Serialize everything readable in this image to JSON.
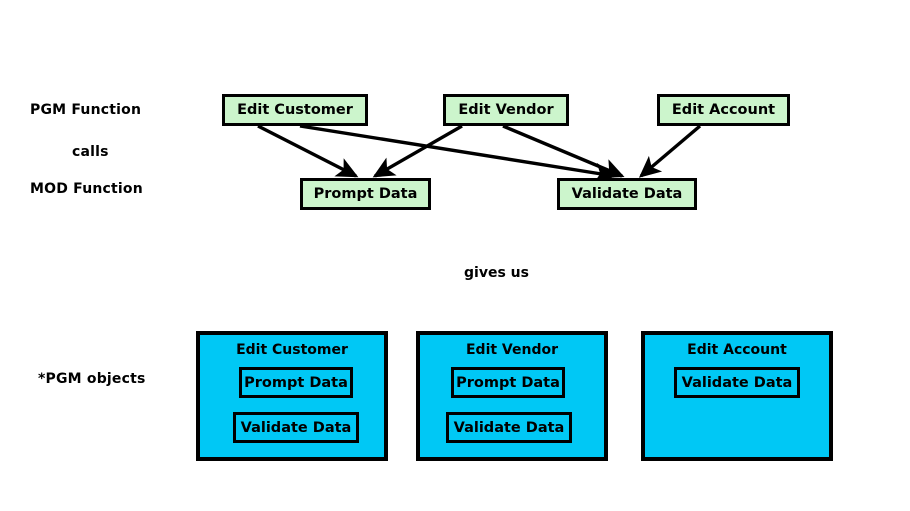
{
  "diagram": {
    "title_text_present": false,
    "colors": {
      "pgm_function_box_fill": "#ccf5cc",
      "pgm_object_box_fill": "#00c8f5",
      "border": "#000000",
      "text": "#000000",
      "background": "#ffffff"
    },
    "side_labels": {
      "pgm_function": "PGM Function",
      "calls": "calls",
      "mod_function": "MOD Function",
      "pgm_objects": "*PGM objects"
    },
    "connector_label": "gives us",
    "pgm_functions": [
      {
        "id": "edit-customer",
        "label": "Edit Customer"
      },
      {
        "id": "edit-vendor",
        "label": "Edit Vendor"
      },
      {
        "id": "edit-account",
        "label": "Edit Account"
      }
    ],
    "mod_functions": [
      {
        "id": "prompt-data",
        "label": "Prompt Data"
      },
      {
        "id": "validate-data",
        "label": "Validate Data"
      }
    ],
    "calls": [
      {
        "from": "Edit Customer",
        "to": "Prompt Data"
      },
      {
        "from": "Edit Customer",
        "to": "Validate Data"
      },
      {
        "from": "Edit Vendor",
        "to": "Prompt Data"
      },
      {
        "from": "Edit Vendor",
        "to": "Validate Data"
      },
      {
        "from": "Edit Account",
        "to": "Validate Data"
      }
    ],
    "pgm_objects": [
      {
        "id": "obj-edit-customer",
        "title": "Edit Customer",
        "modules": [
          {
            "label": "Prompt Data"
          },
          {
            "label": "Validate Data"
          }
        ]
      },
      {
        "id": "obj-edit-vendor",
        "title": "Edit Vendor",
        "modules": [
          {
            "label": "Prompt Data"
          },
          {
            "label": "Validate Data"
          }
        ]
      },
      {
        "id": "obj-edit-account",
        "title": "Edit Account",
        "modules": [
          {
            "label": "Validate Data"
          }
        ]
      }
    ]
  }
}
